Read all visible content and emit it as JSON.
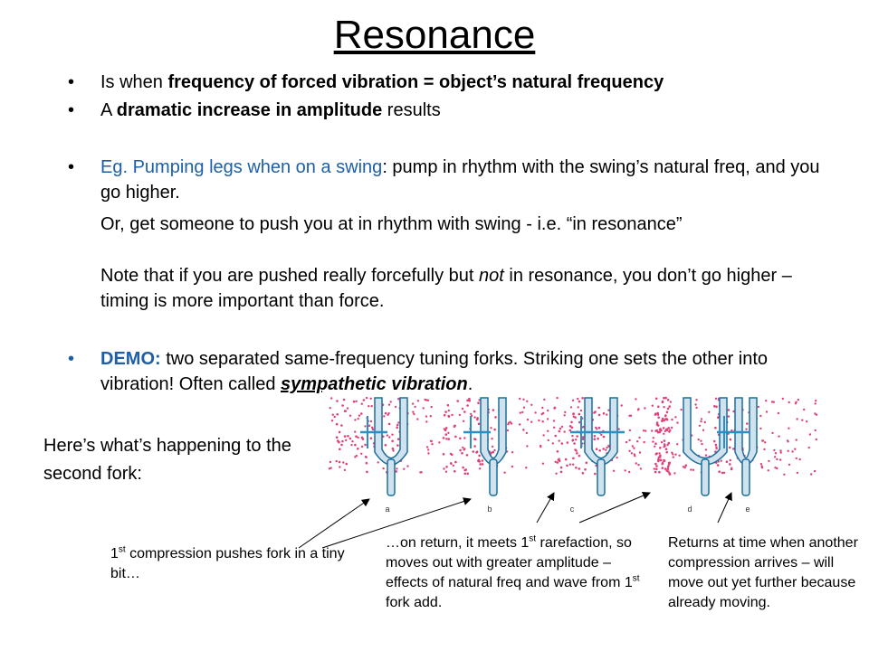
{
  "title": "Resonance",
  "bullets": {
    "b1": {
      "pre": "Is when ",
      "bold": "frequency of forced vibration = object’s natural frequency"
    },
    "b2": {
      "pre": "A ",
      "bold": "dramatic increase in amplitude",
      "post": " results"
    },
    "b3": {
      "blue": "Eg. Pumping legs when on a swing",
      "post": ": pump in rhythm with the swing’s natural freq, and you go higher."
    },
    "p1": "Or, get someone to push you at in rhythm with swing  - i.e. “in resonance”",
    "p2": {
      "pre": "Note that if you are pushed really forcefully but ",
      "italic": "not",
      "post": " in resonance, you don’t go higher – timing is more important than force."
    },
    "b4": {
      "demo": "DEMO:",
      "mid": " two separated same-frequency tuning forks. Striking one sets the other into vibration! Often called ",
      "em": "sympathetic vibration",
      "end": "."
    }
  },
  "side_caption": "Here’s what’s happening to the second fork:",
  "fork_labels": [
    "a",
    "b",
    "c",
    "d",
    "e"
  ],
  "notes": {
    "n1": {
      "a": "1",
      "sup": "st",
      "b": " compression pushes fork in a tiny bit…"
    },
    "n2": {
      "a": "…on return, it meets 1",
      "sup1": "st",
      "b": " rarefaction, so moves out with greater amplitude – effects of natural freq and wave from 1",
      "sup2": "st",
      "c": " fork add."
    },
    "n3": "Returns at time when another compression arrives – will move out yet further because already moving."
  },
  "colors": {
    "blue": "#1f5fa8",
    "dots": "#e0407a",
    "fork_fill": "#cfe2ee",
    "fork_stroke": "#1c6f9c",
    "marker": "#2a8fc4"
  }
}
